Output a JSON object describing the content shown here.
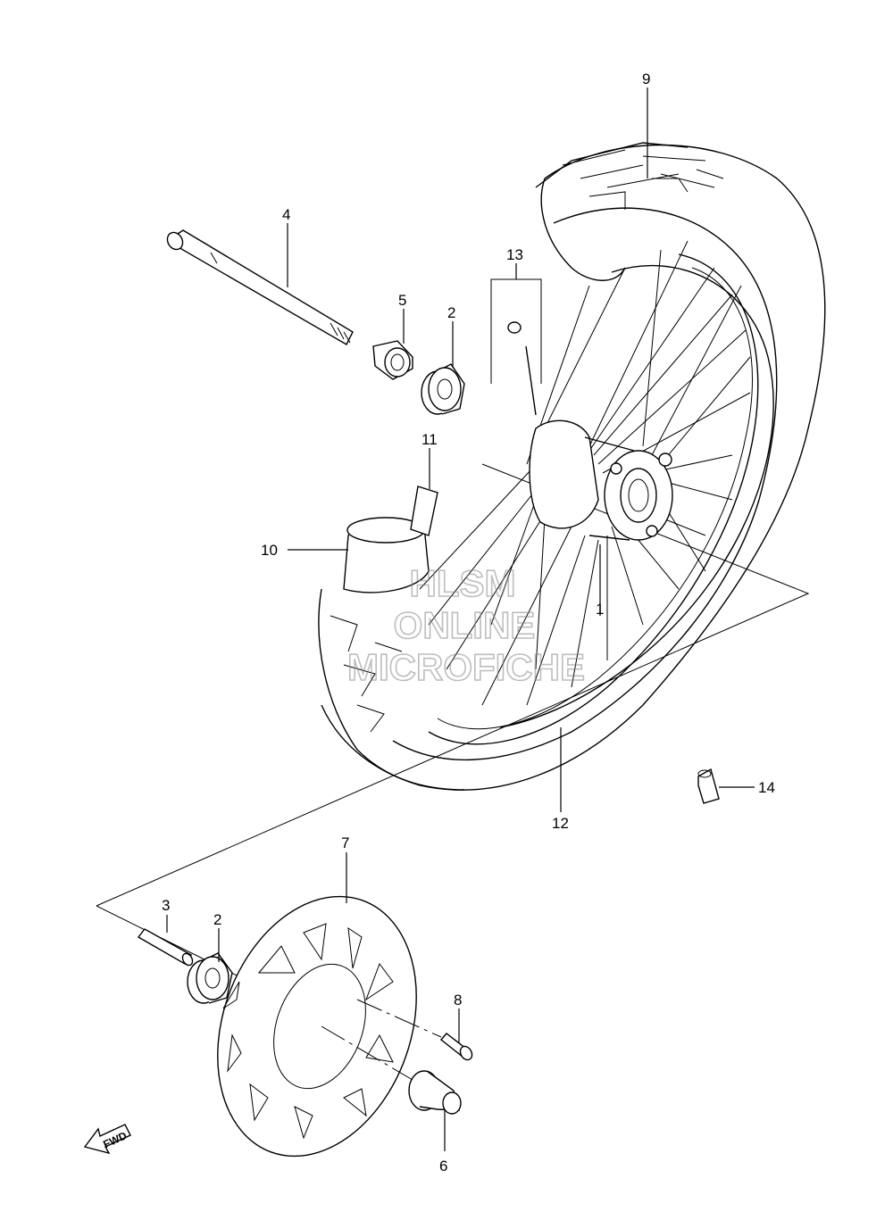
{
  "diagram": {
    "part_labels": [
      {
        "id": "label-1",
        "text": "1"
      },
      {
        "id": "label-2a",
        "text": "2"
      },
      {
        "id": "label-2b",
        "text": "2"
      },
      {
        "id": "label-3",
        "text": "3"
      },
      {
        "id": "label-4",
        "text": "4"
      },
      {
        "id": "label-5",
        "text": "5"
      },
      {
        "id": "label-6",
        "text": "6"
      },
      {
        "id": "label-7",
        "text": "7"
      },
      {
        "id": "label-8",
        "text": "8"
      },
      {
        "id": "label-9",
        "text": "9"
      },
      {
        "id": "label-10",
        "text": "10"
      },
      {
        "id": "label-11",
        "text": "11"
      },
      {
        "id": "label-12",
        "text": "12"
      },
      {
        "id": "label-13",
        "text": "13"
      },
      {
        "id": "label-14",
        "text": "14"
      }
    ],
    "watermark": {
      "line1": "HLSM",
      "line2": "ONLINE",
      "line3": "MICROFICHE"
    },
    "fwd_indicator": "FWD"
  }
}
